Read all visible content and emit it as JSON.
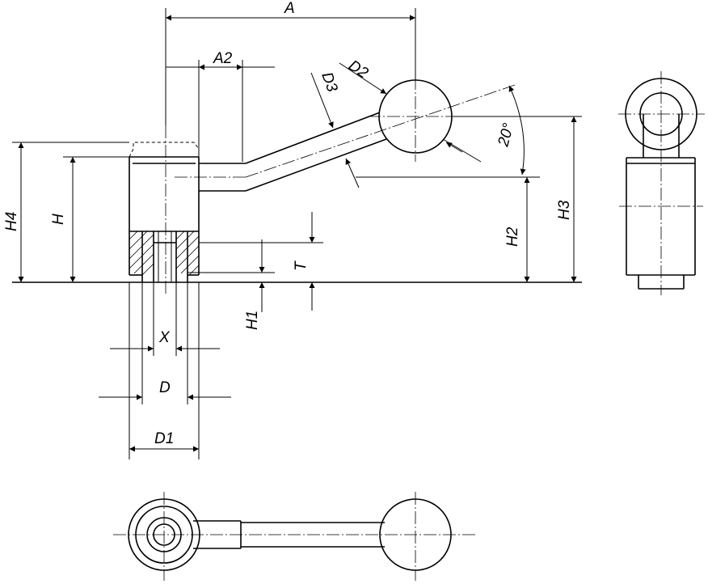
{
  "labels": {
    "A": "A",
    "A2": "A2",
    "D2": "D2",
    "D3": "D3",
    "angle": "20°",
    "H4": "H4",
    "H": "H",
    "H2": "H2",
    "H3": "H3",
    "T": "T",
    "H1": "H1",
    "X": "X",
    "D": "D",
    "D1": "D1"
  }
}
